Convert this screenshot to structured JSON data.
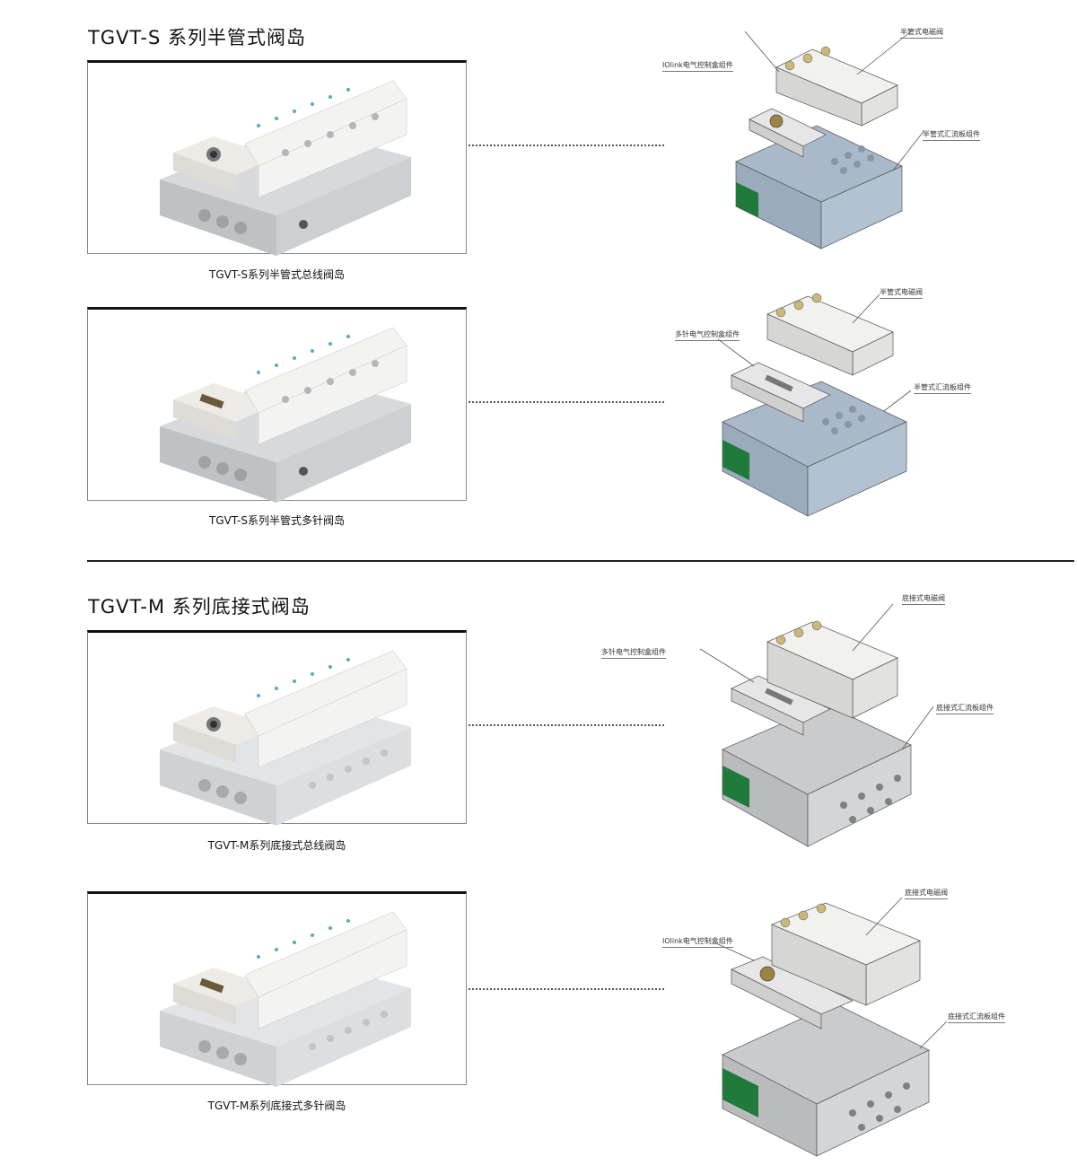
{
  "sections": [
    {
      "title": "TGVT-S 系列半管式阀岛",
      "items": [
        {
          "caption": "TGVT-S系列半管式总线阀岛",
          "box_type": "iolink",
          "callouts": {
            "valve": "半管式电磁阀",
            "control_box": "IOlink电气控制盒组件",
            "manifold": "半管式汇流板组件"
          }
        },
        {
          "caption": "TGVT-S系列半管式多针阀岛",
          "box_type": "multipin",
          "callouts": {
            "valve": "半管式电磁阀",
            "control_box": "多针电气控制盒组件",
            "manifold": "半管式汇流板组件"
          }
        }
      ]
    },
    {
      "title": "TGVT-M 系列底接式阀岛",
      "items": [
        {
          "caption": "TGVT-M系列底接式总线阀岛",
          "box_type": "multipin",
          "callouts": {
            "valve": "底接式电磁阀",
            "control_box": "多针电气控制盒组件",
            "manifold": "底接式汇流板组件"
          }
        },
        {
          "caption": "TGVT-M系列底接式多针阀岛",
          "box_type": "iolink",
          "callouts": {
            "valve": "底接式电磁阀",
            "control_box": "IOlink电气控制盒组件",
            "manifold": "底接式汇流板组件"
          }
        }
      ]
    }
  ],
  "colors": {
    "manifold_blue": "#a9b9c9",
    "manifold_gray": "#c9cbcd",
    "green_panel": "#1f7a3c",
    "valve_white": "#f1f1ef",
    "aluminium": "#c6c9cc",
    "brass": "#9c8340"
  }
}
